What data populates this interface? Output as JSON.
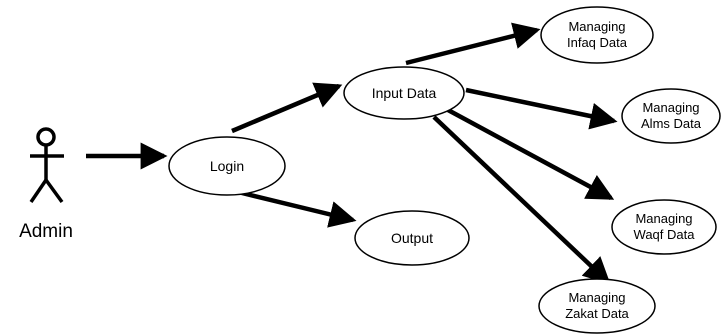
{
  "diagram": {
    "actor": {
      "label": "Admin"
    },
    "nodes": {
      "login": {
        "label": "Login"
      },
      "input": {
        "label": "Input Data"
      },
      "output": {
        "label": "Output"
      },
      "infaq": {
        "line1": "Managing",
        "line2": "Infaq Data"
      },
      "alms": {
        "line1": "Managing",
        "line2": "Alms Data"
      },
      "waqf": {
        "line1": "Managing",
        "line2": "Waqf Data"
      },
      "zakat": {
        "line1": "Managing",
        "line2": "Zakat Data"
      }
    },
    "edges": [
      {
        "from": "Admin",
        "to": "Login"
      },
      {
        "from": "Login",
        "to": "Input Data"
      },
      {
        "from": "Login",
        "to": "Output"
      },
      {
        "from": "Input Data",
        "to": "Managing Infaq Data"
      },
      {
        "from": "Input Data",
        "to": "Managing Alms Data"
      },
      {
        "from": "Input Data",
        "to": "Managing Waqf Data"
      },
      {
        "from": "Input Data",
        "to": "Managing Zakat Data"
      }
    ]
  }
}
